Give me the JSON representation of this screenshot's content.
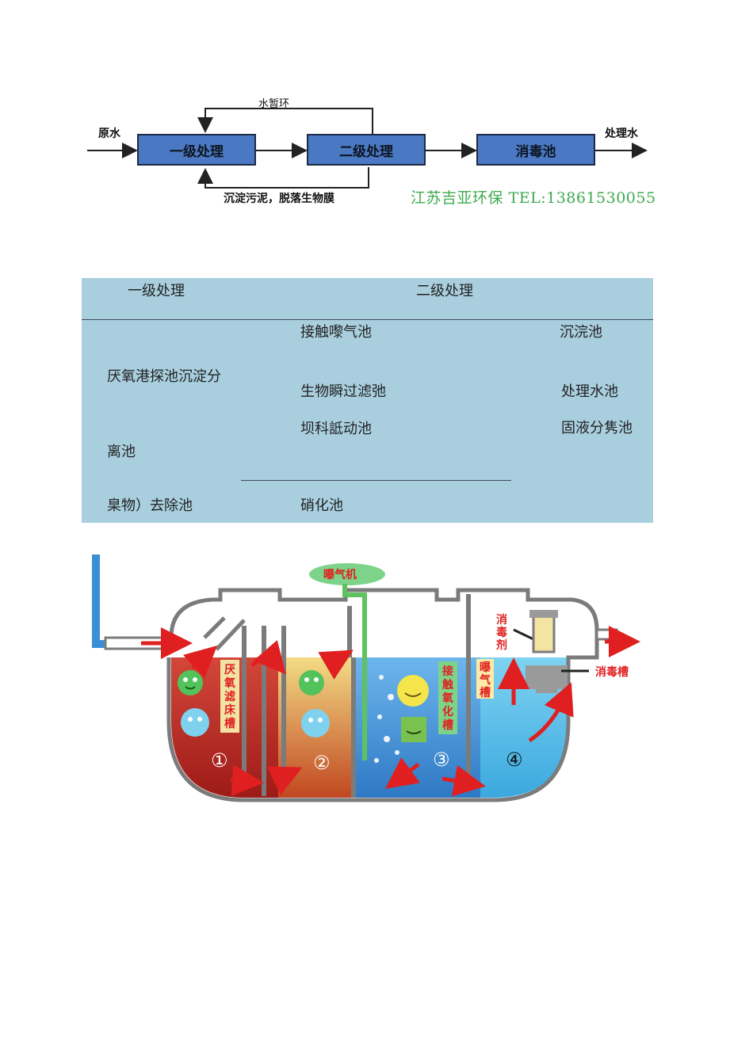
{
  "flow": {
    "input_label": "原水",
    "output_label": "处理水",
    "box1": "一级处理",
    "box2": "二级处理",
    "box3": "消毒池",
    "loop_top_label": "水暂环",
    "loop_bottom_label": "沉淀污泥，脱落生物膜",
    "watermark": "江苏吉亚环保 TEL:13861530055"
  },
  "table": {
    "header_primary": "一级处理",
    "header_secondary": "二级处理",
    "col1": {
      "line1": "厌氧港探池沉淀分",
      "line2": "离池",
      "line3": "臬物）去除池"
    },
    "col2": {
      "item1": "接触嚟气池",
      "item2": "生物瞬过滤弛",
      "item3": "坝科詆动池",
      "item4": "硝化池"
    },
    "col3": {
      "item1": "沉浣池",
      "item2": "处理水池",
      "item3": "固液分隽池"
    }
  },
  "tank": {
    "aerator_label": "曝气机",
    "chamber1_label": "厌氧滤床槽",
    "chamber3_label": "接触氧化槽",
    "aeration_label": "曝气槽",
    "disinfectant_label": "消毒剂",
    "disinfection_tank_label": "消毒槽",
    "numbers": [
      "①",
      "②",
      "③",
      "④"
    ],
    "colors": {
      "chamber1": "#b8231f",
      "chamber2": "#e3a035",
      "chamber3": "#3b8fd6",
      "chamber4": "#43b6e8",
      "aerator": "#7ed38a",
      "arrow": "#e02020",
      "inlet_pipe": "#3b8fd6",
      "wall": "#777777"
    }
  }
}
